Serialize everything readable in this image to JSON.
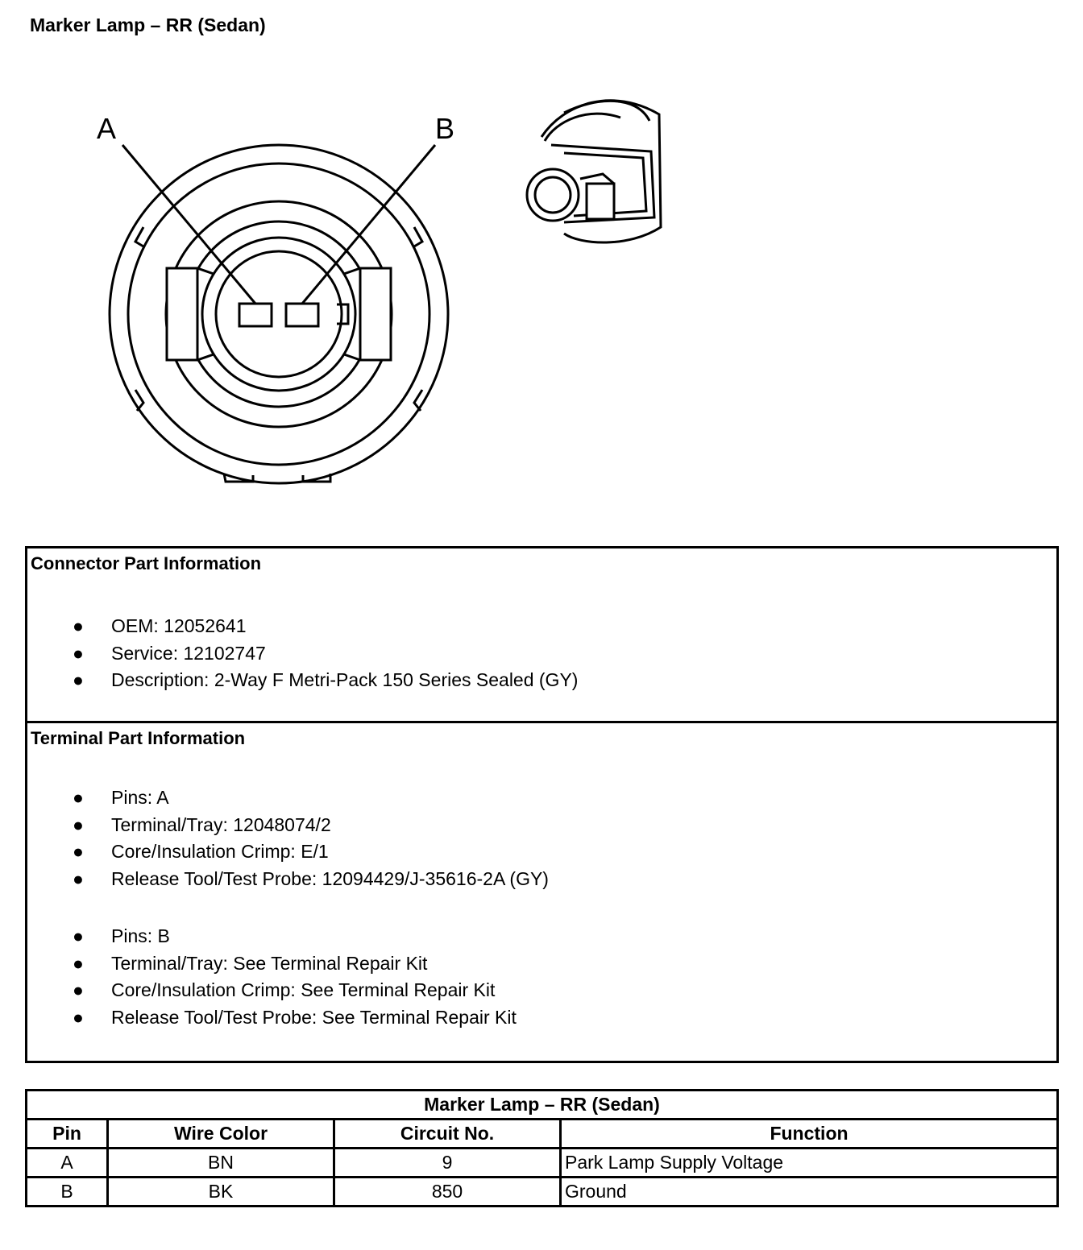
{
  "title": "Marker Lamp – RR (Sedan)",
  "diagram": {
    "pin_labels": [
      "A",
      "B"
    ]
  },
  "connector": {
    "heading": "Connector Part Information",
    "items": [
      "OEM: 12052641",
      "Service: 12102747",
      "Description: 2-Way F Metri-Pack 150 Series Sealed (GY)"
    ]
  },
  "terminal": {
    "heading": "Terminal Part Information",
    "group1": [
      "Pins: A",
      "Terminal/Tray: 12048074/2",
      "Core/Insulation Crimp: E/1",
      "Release Tool/Test Probe: 12094429/J-35616-2A (GY)"
    ],
    "group2": [
      "Pins: B",
      "Terminal/Tray: See Terminal Repair Kit",
      "Core/Insulation Crimp: See Terminal Repair Kit",
      "Release Tool/Test Probe: See Terminal Repair Kit"
    ]
  },
  "table": {
    "title": "Marker Lamp – RR (Sedan)",
    "headers": [
      "Pin",
      "Wire Color",
      "Circuit No.",
      "Function"
    ],
    "rows": [
      [
        "A",
        "BN",
        "9",
        "Park Lamp Supply Voltage"
      ],
      [
        "B",
        "BK",
        "850",
        "Ground"
      ]
    ]
  },
  "bullet": "●"
}
